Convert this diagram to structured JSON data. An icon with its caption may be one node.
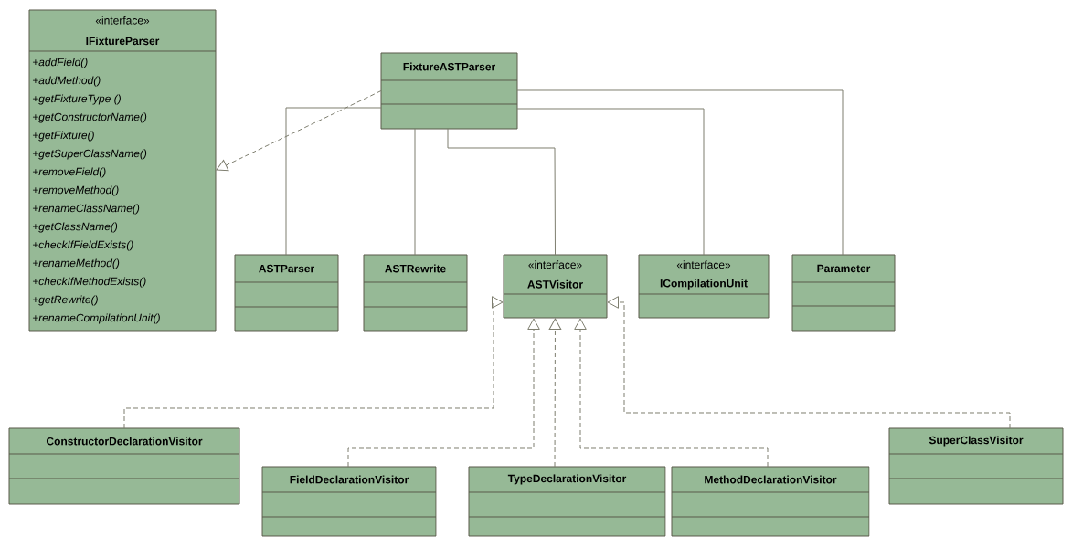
{
  "diagram": {
    "nodes": [
      {
        "text": [
          "«interface»",
          "IFixtureParser",
          "+addField()",
          "+addMethod()",
          "+getFixtureType ()",
          "+getConstructorName()",
          "+getFixture()",
          "+getSuperClassName()",
          "+removeField()",
          "+removeMethod()",
          "+renameClassName()",
          "+getClassName()",
          "+checkIfFieldExists()",
          "+renameMethod()",
          "+checkIfMethodExists()",
          "+getRewrite()",
          "+renameCompilationUnit()"
        ]
      },
      {
        "text": [
          "FixtureASTParser"
        ]
      },
      {
        "text": [
          "ASTParser"
        ]
      },
      {
        "text": [
          "ASTRewrite"
        ]
      },
      {
        "text": [
          "«interface»",
          "ASTVisitor"
        ]
      },
      {
        "text": [
          "«interface»",
          "ICompilationUnit"
        ]
      },
      {
        "text": [
          "Parameter"
        ]
      },
      {
        "text": [
          "ConstructorDeclarationVisitor"
        ]
      },
      {
        "text": [
          "FieldDeclarationVisitor"
        ]
      },
      {
        "text": [
          "TypeDeclarationVisitor"
        ]
      },
      {
        "text": [
          "MethodDeclarationVisitor"
        ]
      },
      {
        "text": [
          "SuperClassVisitor"
        ]
      }
    ],
    "edges": [
      {
        "from": 1,
        "to": 0,
        "arrow": "to",
        "style": "dashed"
      },
      {
        "from": 1,
        "to": 2,
        "arrow": "none"
      },
      {
        "from": 1,
        "to": 3,
        "arrow": "none"
      },
      {
        "from": 1,
        "to": 4,
        "arrow": "none"
      },
      {
        "from": 1,
        "to": 5,
        "arrow": "none"
      },
      {
        "from": 1,
        "to": 6,
        "arrow": "none"
      },
      {
        "from": 7,
        "to": 4,
        "arrow": "to",
        "style": "dashed"
      },
      {
        "from": 8,
        "to": 4,
        "arrow": "to",
        "style": "dashed"
      },
      {
        "from": 9,
        "to": 4,
        "arrow": "to",
        "style": "dashed"
      },
      {
        "from": 10,
        "to": 4,
        "arrow": "to",
        "style": "dashed"
      },
      {
        "from": 11,
        "to": 4,
        "arrow": "to",
        "style": "dashed"
      }
    ]
  }
}
